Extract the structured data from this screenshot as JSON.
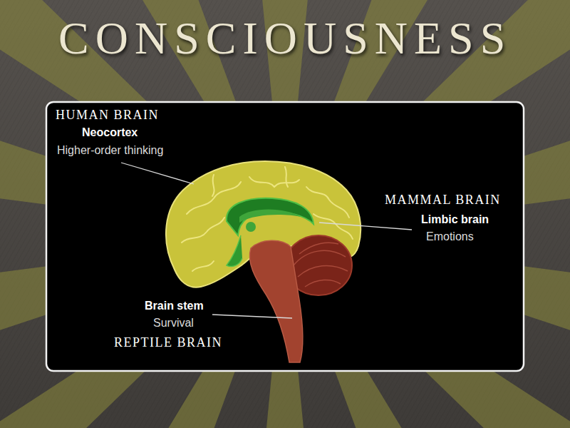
{
  "diagram": {
    "title": "CONSCIOUSNESS",
    "labels": [
      "HUMAN BRAIN",
      "Neocortex",
      "Higher-order thinking",
      "MAMMAL BRAIN",
      "Limbic brain",
      "Emotions",
      "Brain stem",
      "Survival",
      "REPTILE BRAIN"
    ]
  }
}
